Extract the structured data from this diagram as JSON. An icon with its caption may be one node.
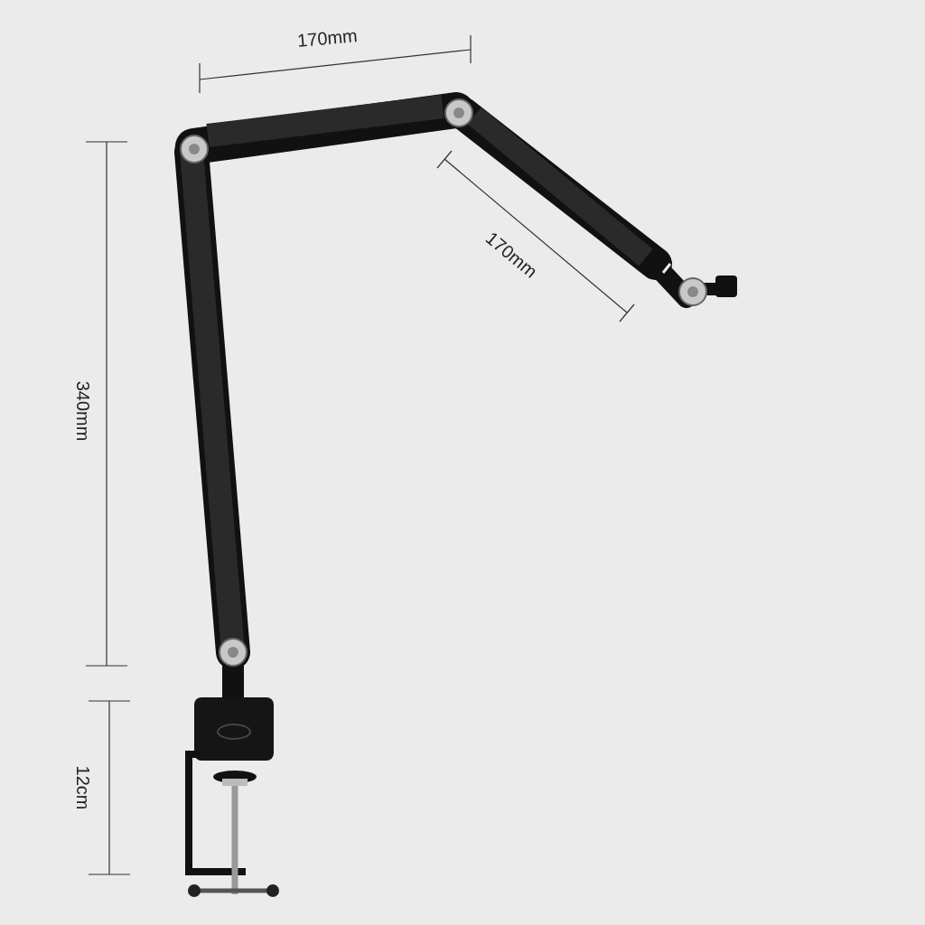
{
  "diagram": {
    "labels": [
      "170mm",
      "170mm",
      "340mm",
      "12cm"
    ]
  }
}
